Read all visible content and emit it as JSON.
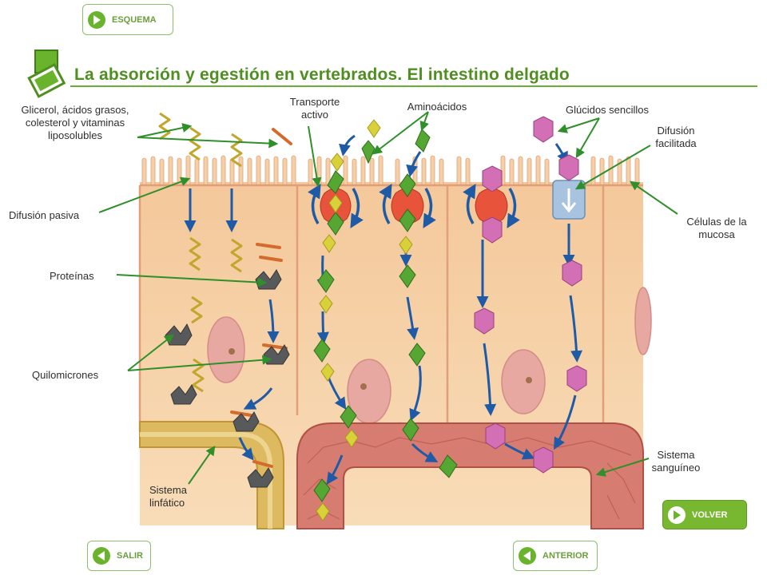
{
  "nav": {
    "schema_label": "ESQUEMA",
    "back_label": "VOLVER",
    "exit_label": "SALIR",
    "previous_label": "ANTERIOR"
  },
  "title": "La absorción  y egestión en vertebrados. El intestino delgado",
  "labels": {
    "lipids": "Glicerol,  ácidos grasos, colesterol y vitaminas liposolubles",
    "active_transport": "Transporte activo",
    "amino_acids": "Aminoácidos",
    "simple_sugars": "Glúcidos sencillos",
    "facilitated_diffusion": "Difusión facilitada",
    "passive_diffusion": "Difusión pasiva",
    "mucosa_cells": "Células de la mucosa",
    "proteins": "Proteínas",
    "chylomicrons": "Quilomicrones",
    "lymphatic_system": "Sistema linfático",
    "blood_system": "Sistema sanguíneo"
  },
  "colors": {
    "accent_green": "#6ab42d",
    "title_green": "#4e8f1f",
    "cell_fill": "#f6d3a9",
    "arrow_blue": "#1f5aa6",
    "pointer_green": "#2f8f2a",
    "blood_vessel": "#d8786e",
    "lymph_vessel": "#d9b560"
  }
}
